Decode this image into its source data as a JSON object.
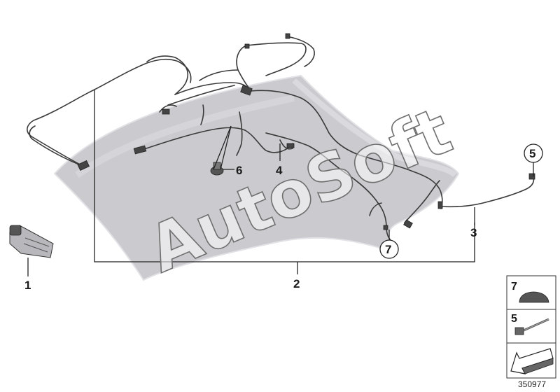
{
  "watermark": {
    "text": "AutoSoft"
  },
  "callouts": {
    "part_1": "1",
    "part_2": "2",
    "part_3": "3",
    "part_4": "4",
    "part_5": "5",
    "part_6": "6",
    "part_7": "7"
  },
  "legend": {
    "item_7": "7",
    "item_5": "5"
  },
  "diagram_id": "350977",
  "colors": {
    "hood_fill": "#c8c8cc",
    "hood_edge": "#dedee2",
    "wire": "#3a3a3a",
    "leader": "#222222"
  }
}
